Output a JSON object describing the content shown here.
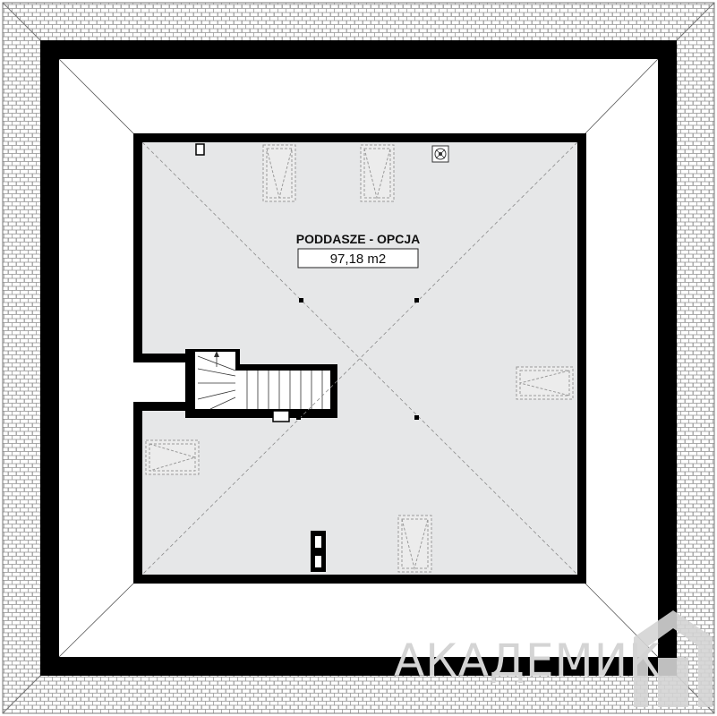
{
  "room": {
    "name": "PODDASZE - OPCJA",
    "area": "97,18 m2"
  },
  "watermark": {
    "text": "АКАДЕМИК",
    "icon": "house-logo-icon"
  },
  "colors": {
    "roof_tile_stroke": "#8a8a8a",
    "wall": "#000000",
    "floor": "#e6e7e8",
    "eave": "#ffffff",
    "dashed_line": "#8a8a8a",
    "watermark": "#d4d4d4"
  }
}
